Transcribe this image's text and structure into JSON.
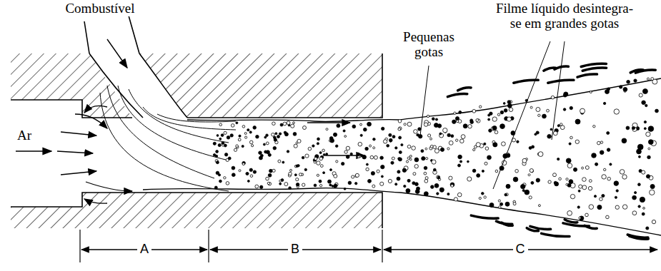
{
  "diagram": {
    "labels": [
      "Combustível",
      "Ar",
      "Pequenas gotas",
      "Filme líquido desintegra-se em grandes gotas",
      "A",
      "B",
      "C"
    ]
  }
}
